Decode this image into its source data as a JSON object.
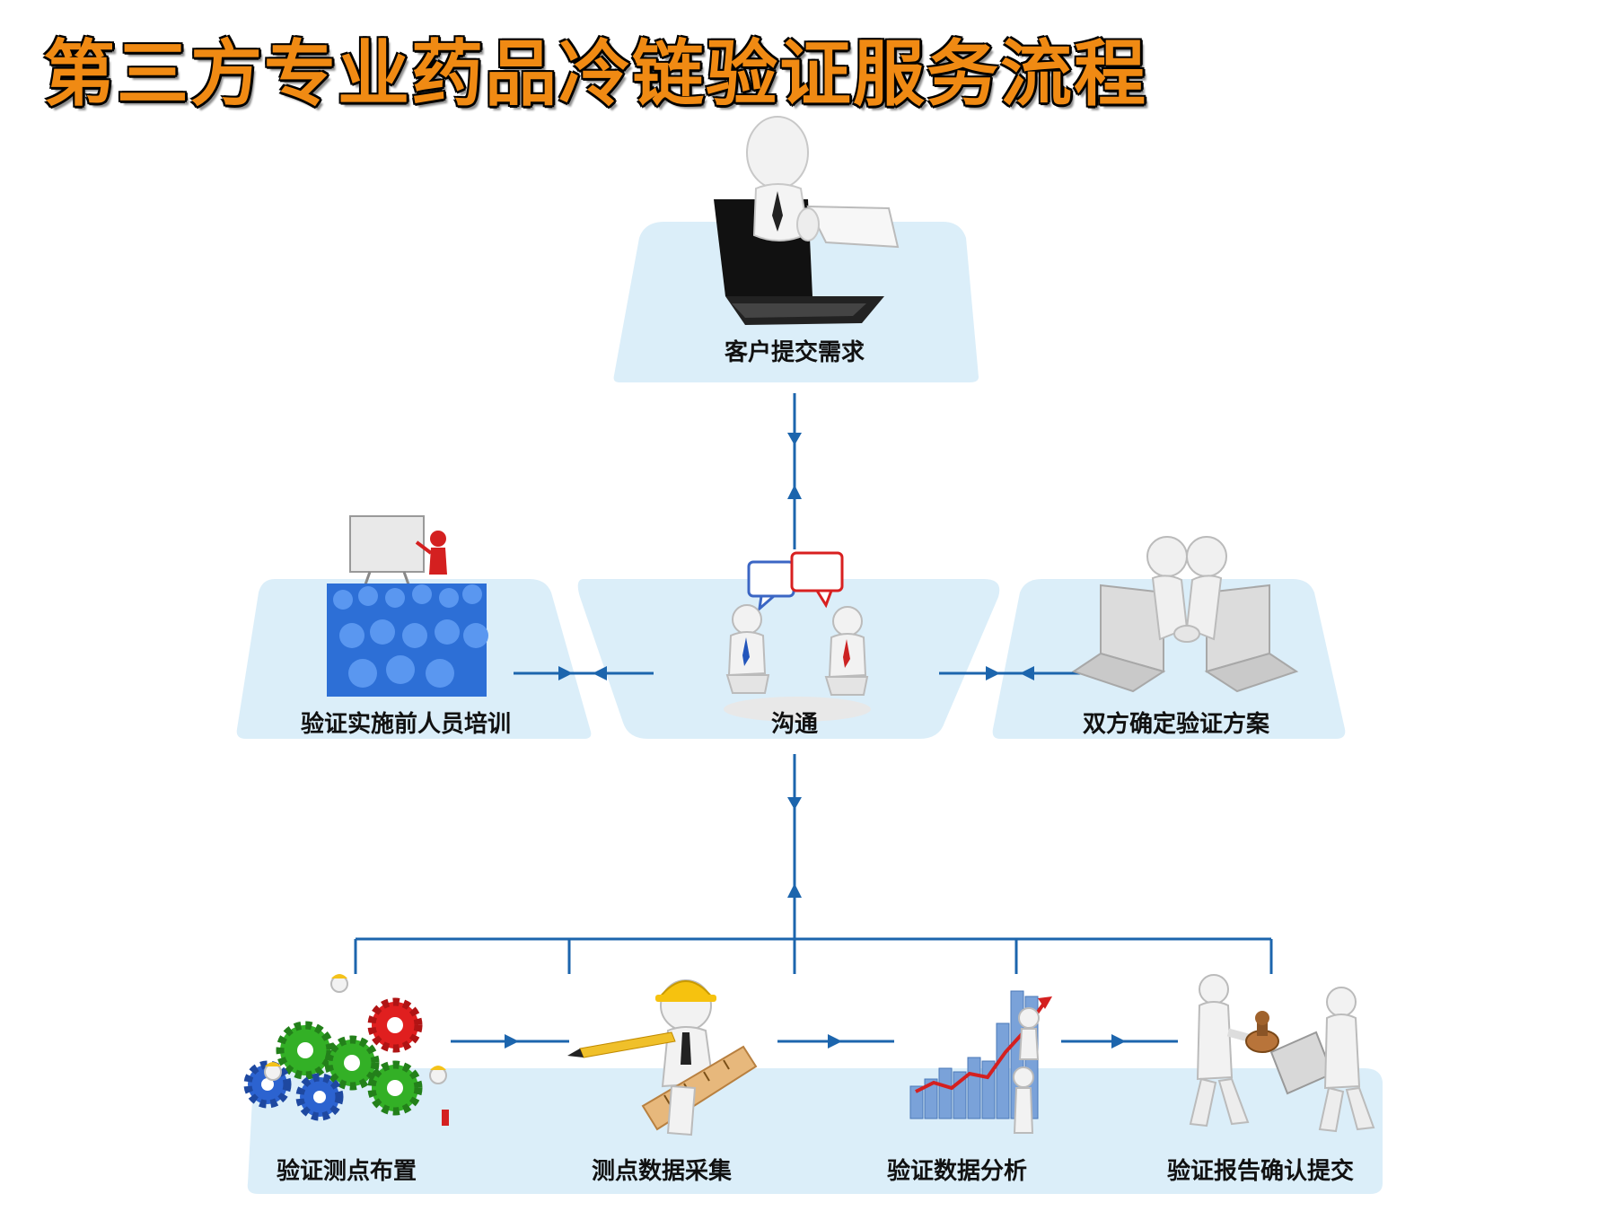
{
  "title": "第三方专业药品冷链验证服务流程",
  "colors": {
    "title": "#f08a13",
    "panel": "#dbeef9",
    "connector": "#1c65ad"
  },
  "nodes": [
    {
      "id": "submit",
      "label": "客户提交需求",
      "icon": "person-laptop-icon"
    },
    {
      "id": "communicate",
      "label": "沟通",
      "icon": "two-people-talking-icon"
    },
    {
      "id": "training",
      "label": "验证实施前人员培训",
      "icon": "presentation-crowd-icon"
    },
    {
      "id": "plan",
      "label": "双方确定验证方案",
      "icon": "handshake-laptops-icon"
    },
    {
      "id": "layout",
      "label": "验证测点布置",
      "icon": "gears-workers-icon"
    },
    {
      "id": "collect",
      "label": "测点数据采集",
      "icon": "worker-ruler-icon"
    },
    {
      "id": "analyze",
      "label": "验证数据分析",
      "icon": "bar-chart-climb-icon"
    },
    {
      "id": "report",
      "label": "验证报告确认提交",
      "icon": "stamp-approval-icon"
    }
  ]
}
